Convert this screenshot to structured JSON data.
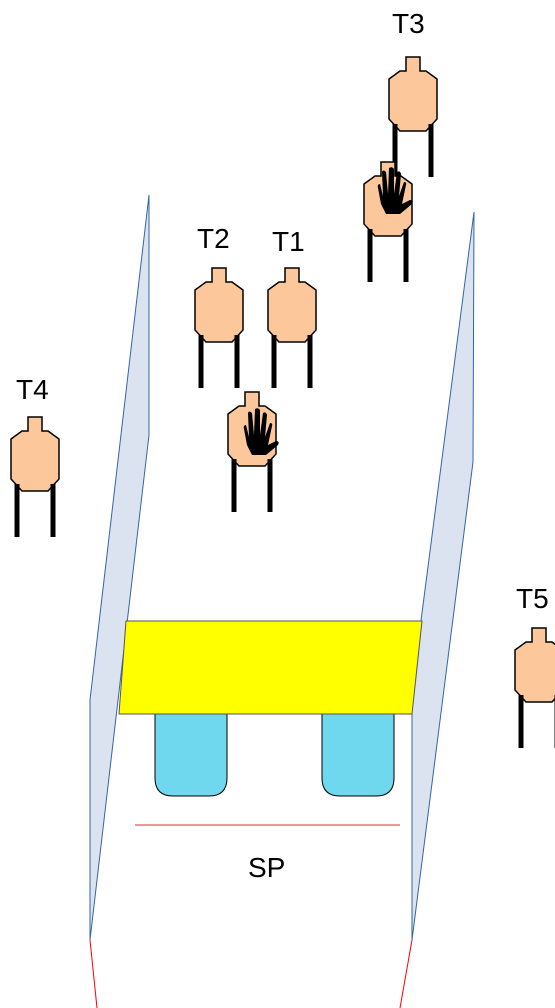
{
  "targets": [
    {
      "id": "T1",
      "label": "T1",
      "noshoot": false
    },
    {
      "id": "T2",
      "label": "T2",
      "noshoot": false
    },
    {
      "id": "T3",
      "label": "T3",
      "noshoot": false
    },
    {
      "id": "T4",
      "label": "T4",
      "noshoot": false
    },
    {
      "id": "T5",
      "label": "T5",
      "noshoot": false
    },
    {
      "id": "NS1",
      "label": "",
      "noshoot": true
    },
    {
      "id": "NS2",
      "label": "",
      "noshoot": true
    }
  ],
  "start_position": {
    "label": "SP"
  },
  "colors": {
    "target_fill": "#fcc89b",
    "target_stroke": "#000000",
    "wall_fill": "#dae3ef",
    "wall_stroke": "#3465a4",
    "table_fill": "#ffff00",
    "barrel_fill": "#6fd8ef",
    "fault_line": "#ff0000"
  },
  "icons": {
    "noshoot_mark": "hand-icon"
  }
}
